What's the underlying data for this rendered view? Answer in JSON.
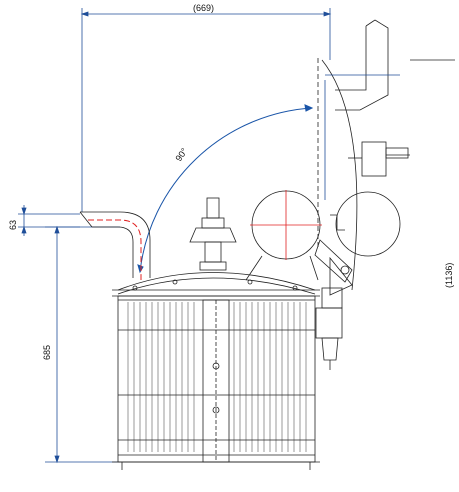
{
  "dimensions": {
    "top_width": "(669)",
    "rotation_angle": "90°",
    "left_small": "63",
    "left_height": "685",
    "right_height": "(1136)"
  },
  "colors": {
    "line": "#222222",
    "dimension": "#1f4e99",
    "centerline": "#e02020",
    "arc": "#1a55a8"
  }
}
